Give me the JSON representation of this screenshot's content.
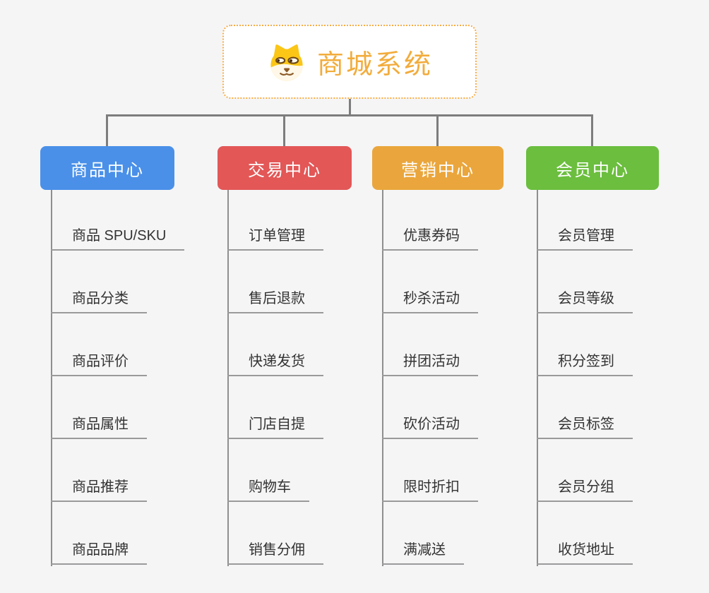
{
  "root": {
    "title": "商城系统",
    "icon": "doge-icon"
  },
  "branches": [
    {
      "label": "商品中心",
      "color": "#4A90E8",
      "children": [
        "商品 SPU/SKU",
        "商品分类",
        "商品评价",
        "商品属性",
        "商品推荐",
        "商品品牌"
      ]
    },
    {
      "label": "交易中心",
      "color": "#E35757",
      "children": [
        "订单管理",
        "售后退款",
        "快递发货",
        "门店自提",
        "购物车",
        "销售分佣"
      ]
    },
    {
      "label": "营销中心",
      "color": "#EAA63C",
      "children": [
        "优惠券码",
        "秒杀活动",
        "拼团活动",
        "砍价活动",
        "限时折扣",
        "满减送"
      ]
    },
    {
      "label": "会员中心",
      "color": "#6BBE3E",
      "children": [
        "会员管理",
        "会员等级",
        "积分签到",
        "会员标签",
        "会员分组",
        "收货地址"
      ]
    }
  ],
  "colors": {
    "background": "#F5F5F6",
    "root_border": "#F7AC45",
    "root_title": "#F2AC3C",
    "connector": "#7D7D7D",
    "topic_line": "#9A9A9A",
    "topic_text": "#333333"
  }
}
